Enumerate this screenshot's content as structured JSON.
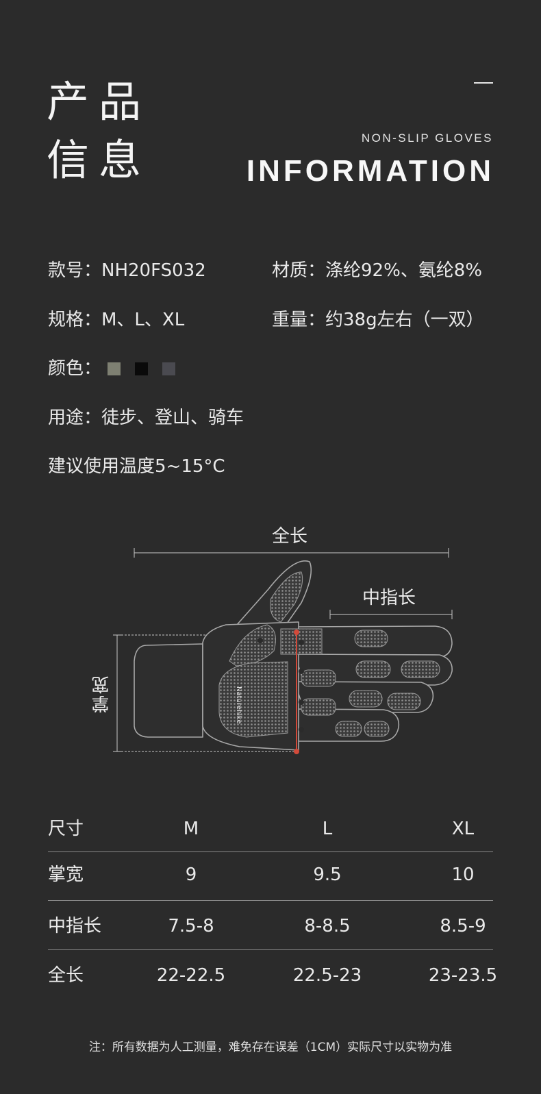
{
  "header": {
    "title_line1": "产品",
    "title_line2": "信息",
    "en_subtitle": "NON-SLIP GLOVES",
    "en_title": "INFORMATION"
  },
  "info": {
    "model": "款号：NH20FS032",
    "material": "材质：涤纶92%、氨纶8%",
    "sizes": "规格：M、L、XL",
    "weight": "重量：约38g左右（一双）",
    "color_label": "颜色：",
    "colors": [
      "#7e8072",
      "#0a0a0a",
      "#4a4a50"
    ],
    "usage": "用途：徒步、登山、骑车",
    "temperature": "建议使用温度5~15°C"
  },
  "diagram": {
    "full_length": "全长",
    "middle_finger_length": "中指长",
    "palm_width": "掌宽",
    "brand_text": "Naturehike"
  },
  "table": {
    "headers": [
      "尺寸",
      "M",
      "L",
      "XL"
    ],
    "rows": [
      [
        "掌宽",
        "9",
        "9.5",
        "10"
      ],
      [
        "中指长",
        "7.5-8",
        "8-8.5",
        "8.5-9"
      ],
      [
        "全长",
        "22-22.5",
        "22.5-23",
        "23-23.5"
      ]
    ]
  },
  "note": "注：所有数据为人工测量，难免存在误差（1CM）实际尺寸以实物为准"
}
